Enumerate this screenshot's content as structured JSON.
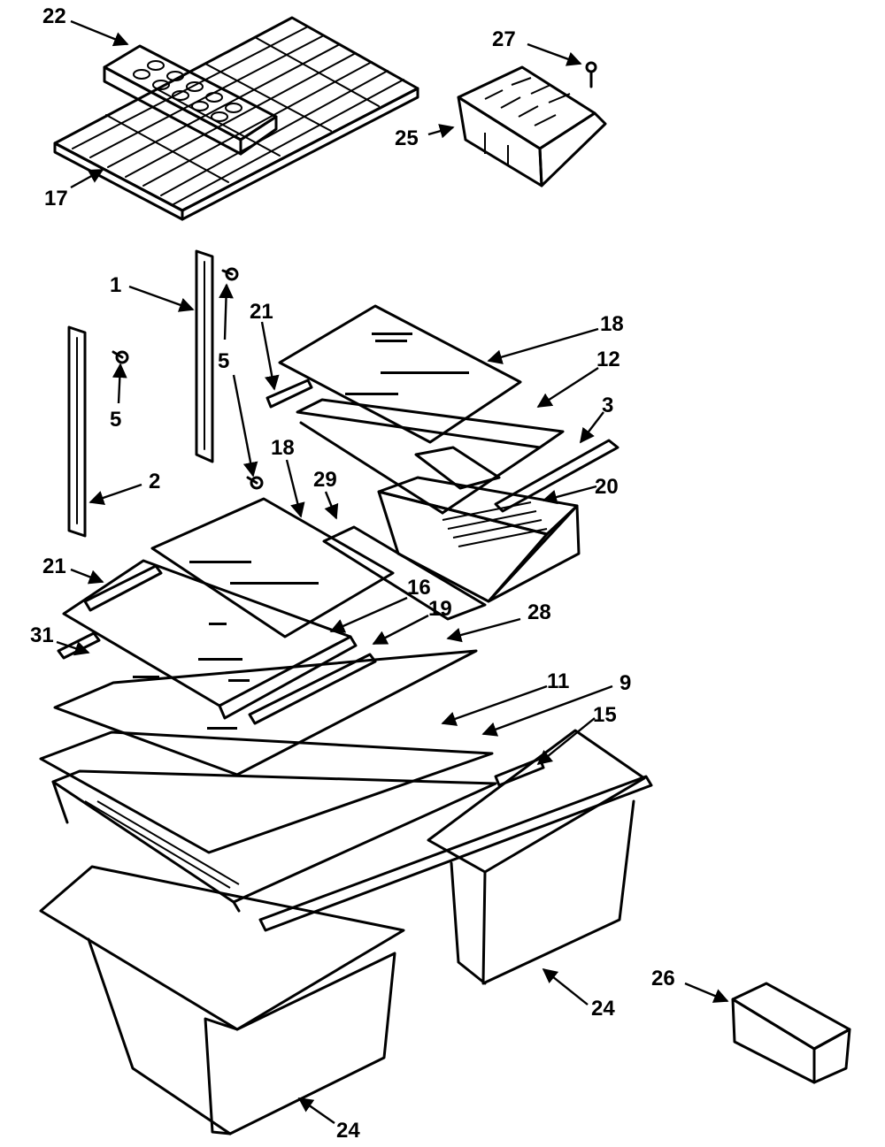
{
  "callouts": {
    "c22": "22",
    "c27": "27",
    "c25": "25",
    "c17": "17",
    "c1": "1",
    "c21a": "21",
    "c18a": "18",
    "c12": "12",
    "c5a": "5",
    "c5b": "5",
    "c3": "3",
    "c2": "2",
    "c18b": "18",
    "c29": "29",
    "c20": "20",
    "c21b": "21",
    "c16": "16",
    "c19": "19",
    "c28": "28",
    "c31": "31",
    "c11": "11",
    "c9": "9",
    "c15": "15",
    "c26": "26",
    "c24a": "24",
    "c24b": "24"
  }
}
